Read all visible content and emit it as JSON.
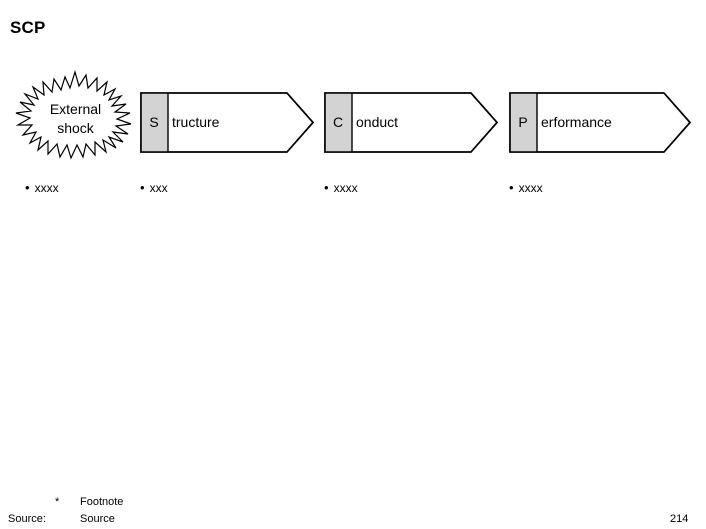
{
  "slide": {
    "title": "SCP",
    "page_number": "214",
    "background_color": "#ffffff"
  },
  "burst": {
    "icon": "explosion-starburst-icon",
    "line1": "External",
    "line2": "shock",
    "fill_color": "#ffffff",
    "outline_color": "#000000"
  },
  "arrows": [
    {
      "id": "structure",
      "initial": "S",
      "rest": "tructure",
      "initial_fill": "#d3d3d3",
      "body_fill": "#ffffff",
      "outline_color": "#000000"
    },
    {
      "id": "conduct",
      "initial": "C",
      "rest": "onduct",
      "initial_fill": "#d3d3d3",
      "body_fill": "#ffffff",
      "outline_color": "#000000"
    },
    {
      "id": "performance",
      "initial": "P",
      "rest": "erformance",
      "initial_fill": "#d3d3d3",
      "body_fill": "#ffffff",
      "outline_color": "#000000"
    }
  ],
  "bullets": [
    {
      "marker": "•",
      "text": "xxxx"
    },
    {
      "marker": "•",
      "text": "xxx"
    },
    {
      "marker": "•",
      "text": "xxxx"
    },
    {
      "marker": "•",
      "text": "xxxx"
    }
  ],
  "footer": {
    "footnote_mark": "*",
    "footnote_text": "Footnote",
    "source_label": "Source:",
    "source_text": "Source"
  }
}
